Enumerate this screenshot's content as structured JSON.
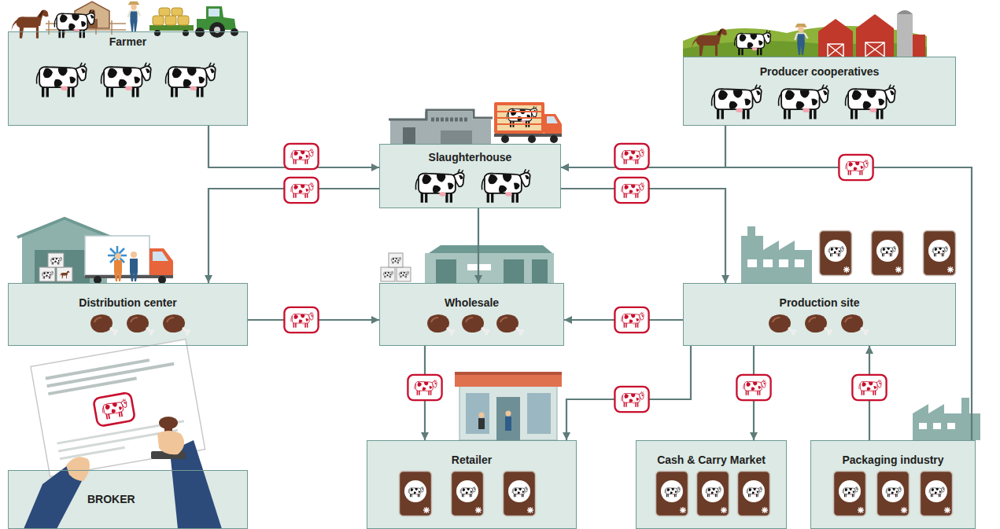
{
  "diagram": {
    "nodes": [
      {
        "text": [
          "Farmer"
        ]
      },
      {
        "text": [
          "Producer cooperatives"
        ]
      },
      {
        "text": [
          "Slaughterhouse"
        ]
      },
      {
        "text": [
          "Distribution center"
        ]
      },
      {
        "text": [
          "Wholesale"
        ]
      },
      {
        "text": [
          "Production site"
        ]
      },
      {
        "text": [
          "Retailer"
        ]
      },
      {
        "text": [
          "Cash & Carry Market"
        ]
      },
      {
        "text": [
          "Packaging industry"
        ]
      },
      {
        "text": [
          "BROKER"
        ]
      }
    ],
    "edges": [
      {
        "from": 0,
        "to": 2,
        "arrow": "to"
      },
      {
        "from": 1,
        "to": 2,
        "arrow": "to"
      },
      {
        "from": 8,
        "to": 2,
        "arrow": "to"
      },
      {
        "from": 2,
        "to": 3,
        "arrow": "to"
      },
      {
        "from": 2,
        "to": 4,
        "arrow": "to"
      },
      {
        "from": 2,
        "to": 5,
        "arrow": "to"
      },
      {
        "from": 3,
        "to": 4,
        "arrow": "to"
      },
      {
        "from": 5,
        "to": 4,
        "arrow": "to"
      },
      {
        "from": 4,
        "to": 6,
        "arrow": "to"
      },
      {
        "from": 5,
        "to": 6,
        "arrow": "to"
      },
      {
        "from": 5,
        "to": 7,
        "arrow": "to"
      },
      {
        "from": 8,
        "to": 5,
        "arrow": "to"
      }
    ]
  }
}
